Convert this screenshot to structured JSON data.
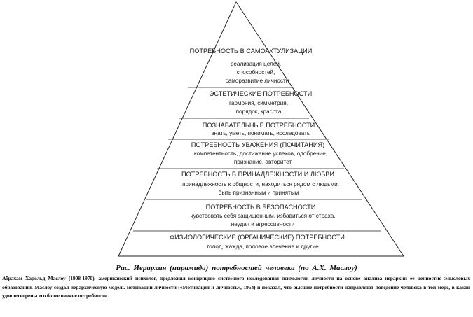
{
  "pyramid": {
    "levels": [
      {
        "title": "ПОТРЕБНОСТЬ В САМОАКТУЛИЗАЦИИ",
        "lines": [
          "реализация целей,",
          "способностей,",
          "саморазвитие личности"
        ]
      },
      {
        "title": "ЭСТЕТИЧЕСКИЕ ПОТРЕБНОСТИ",
        "lines": [
          "гармония, симметрия,",
          "порядок, красота"
        ]
      },
      {
        "title": "ПОЗНАВАТЕЛЬНЫЕ ПОТРЕБНОСТИ",
        "lines": [
          "знать, уметь, понимать, исследовать"
        ]
      },
      {
        "title": "ПОТРЕБНОСТЬ УВАЖЕНИЯ (ПОЧИТАНИЯ)",
        "lines": [
          "компетентность, достижение успехов, одобрение,",
          "признание, авторитет"
        ]
      },
      {
        "title": "ПОТРЕБНОСТЬ В ПРИНАДЛЕЖНОСТИ И ЛЮБВИ",
        "lines": [
          "принадлежность к общности, находиться рядом с людьми,",
          "быть признанным и принятым"
        ]
      },
      {
        "title": "ПОТРЕБНОСТЬ В БЕЗОПАСНОСТИ",
        "lines": [
          "чувствовать себя защищенным, избавиться от страха,",
          "неудач и агрессивности"
        ]
      },
      {
        "title": "ФИЗИОЛОГИЧЕСКИЕ (ОРГАНИЧЕСКИЕ) ПОТРЕБНОСТИ",
        "lines": [
          "голод, жажда, половое влечение и другие"
        ]
      }
    ]
  },
  "caption": "Рис. Иерархия (пирамида) потребностей человека (по А.Х. Маслоу)",
  "paragraph": "Абрахам Харольд Маслоу (1908-1970), американский психолог, предложил концепцию системного исследования психологии личности на основе анализа иерархии ее ценностно-смысловых образований. Маслоу создал иерархическую модель мотивации личности («Мотивация и личность», 1954) и показал, что высшие потребности направляют поведение человека в той мере, в какой удовлетворены его более низкие потребности."
}
